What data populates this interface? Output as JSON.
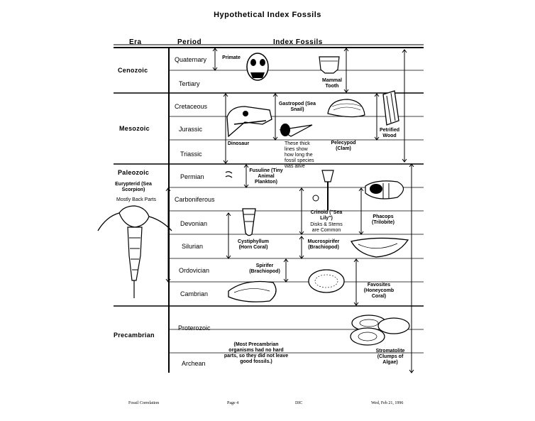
{
  "title": "Hypothetical Index Fossils",
  "headers": {
    "era": "Era",
    "period": "Period",
    "index_fossils": "Index Fossils"
  },
  "eras": {
    "cenozoic": "Cenozoic",
    "mesozoic": "Mesozoic",
    "paleozoic": "Paleozoic",
    "precambrian": "Precambrian"
  },
  "periods": {
    "quaternary": "Quaternary",
    "tertiary": "Tertiary",
    "cretaceous": "Cretaceous",
    "jurassic": "Jurassic",
    "triassic": "Triassic",
    "permian": "Permian",
    "carboniferous": "Carboniferous",
    "devonian": "Devonian",
    "silurian": "Silurian",
    "ordovician": "Ordovician",
    "cambrian": "Cambrian",
    "proterozoic": "Proterozoic",
    "archean": "Archean"
  },
  "fossils": {
    "primate": "Primate",
    "mammal_tooth": "Mammal Tooth",
    "gastropod": "Gastropod (Sea Snail)",
    "dinosaur": "Dinosaur",
    "pelecypod": "Pelecypod (Clam)",
    "petrified_wood": "Petrified Wood",
    "fusuline": "Fusuline (Tiny Animal Plankton)",
    "crinoid": "Crinoid (\"Sea Lily\")",
    "crinoid_note": "Disks & Stems are Common",
    "phacops": "Phacops (Trilobite)",
    "cystiphyllum": "Cystiphyllum (Horn Coral)",
    "mucrospirifer": "Mucrospirifer (Brachiopod)",
    "spirifer": "Spirifer (Brachiopod)",
    "favosites": "Favosites (Honeycomb Coral)",
    "eurypterid": "Eurypterid (Sea Scorpion)",
    "eurypterid_note": "Mostly Back Parts",
    "stromatolite": "Stromatolite (Clumps of Algae)",
    "precambrian_note": "(Most Precambrian organisms had no hard parts, so they did not leave good fossils.)",
    "thick_lines_note": "These thick lines show how long the fossil species was alive"
  },
  "footer": {
    "left": "Fossil Correlation",
    "page": "Page 4",
    "code": "DIC",
    "date": "Wed, Feb 21, 1996"
  }
}
